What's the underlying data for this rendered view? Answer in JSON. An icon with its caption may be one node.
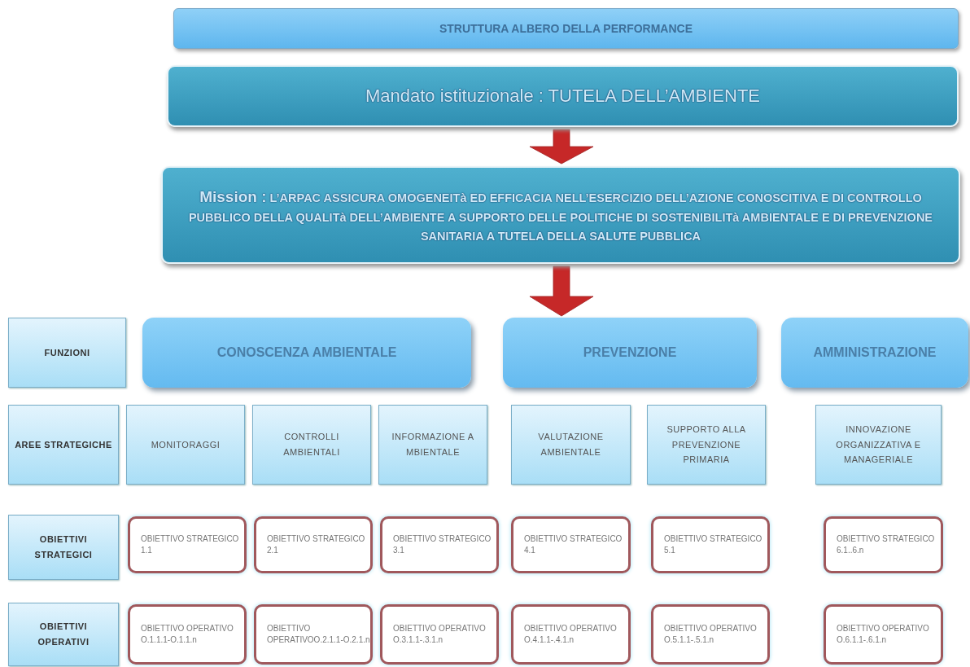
{
  "diagram": {
    "nodes": [
      {
        "text": [
          "STRUTTURA ALBERO DELLA PERFORMANCE"
        ]
      },
      {
        "text": [
          "Mandato istituzionale  : TUTELA DELL’AMBIENTE"
        ]
      },
      {
        "text": [
          "**Mission :** L’ARPAC  ASSICURA OMOGENEITà ED EFFICACIA NELL’ESERCIZIO DELL’AZIONE CONOSCITIVA E DI CONTROLLO PUBBLICO DELLA QUALITà DELL’AMBIENTE A SUPPORTO DELLE POLITICHE DI SOSTENIBILITà AMBIENTALE E DI PREVENZIONE SANITARIA A TUTELA DELLA SALUTE PUBBLICA"
        ]
      },
      {
        "text": [
          "FUNZIONI"
        ]
      },
      {
        "text": [
          "CONOSCENZA AMBIENTALE"
        ]
      },
      {
        "text": [
          "PREVENZIONE"
        ]
      },
      {
        "text": [
          "AMMINISTRAZIONE"
        ]
      },
      {
        "text": [
          "AREE STRATEGICHE"
        ]
      },
      {
        "text": [
          "MONITORAGGI"
        ]
      },
      {
        "text": [
          "CONTROLLI AMBIENTALI"
        ]
      },
      {
        "text": [
          "INFORMAZIONE AMBIENTALE"
        ]
      },
      {
        "text": [
          "VALUTAZIONE AMBIENTALE"
        ]
      },
      {
        "text": [
          "SUPPORTO ALLA PREVENZIONE PRIMARIA"
        ]
      },
      {
        "text": [
          "INNOVAZIONE ORGANIZZATIVA E MANAGERIALE"
        ]
      },
      {
        "text": [
          "OBIETTIVI STRATEGICI"
        ]
      },
      {
        "text": [
          "OBIETTIVO STRATEGICO 1.1"
        ]
      },
      {
        "text": [
          "OBIETTIVO STRATEGICO 2.1"
        ]
      },
      {
        "text": [
          "OBIETTIVO STRATEGICO  3.1"
        ]
      },
      {
        "text": [
          "OBIETTIVO STRATEGICO  4.1"
        ]
      },
      {
        "text": [
          "OBIETTIVO STRATEGICO 5.1"
        ]
      },
      {
        "text": [
          "OBIETTIVO STRATEGICO 6.1..6.n"
        ]
      },
      {
        "text": [
          "OBIETTIVI OPERATIVI"
        ]
      },
      {
        "text": [
          "OBIETTIVO OPERATIVO O.1.1.1-O.1.1.n"
        ]
      },
      {
        "text": [
          "OBIETTIVO OPERATIVOO.2.1.1-O.2.1.n"
        ]
      },
      {
        "text": [
          "OBIETTIVO OPERATIVO O.3.1.1-.3.1.n"
        ]
      },
      {
        "text": [
          "OBIETTIVO OPERATIVO O.4.1.1-.4.1.n"
        ]
      },
      {
        "text": [
          "OBIETTIVO OPERATIVO O.5.1.1-.5.1.n"
        ]
      },
      {
        "text": [
          "OBIETTIVO OPERATIVO O.6.1.1-.6.1.n"
        ]
      }
    ],
    "edges": [
      {
        "from": 1,
        "to": 2,
        "arrow": "to",
        "style": "thick"
      },
      {
        "from": 2,
        "to": null,
        "arrow": "to",
        "style": "thick"
      }
    ]
  }
}
